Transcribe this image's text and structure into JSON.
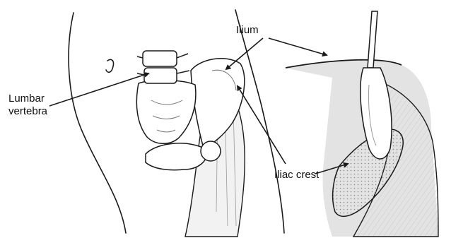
{
  "labels": {
    "ilium": "Ilium",
    "lumbar_line1": "Lumbar",
    "lumbar_line2": "vertebra",
    "iliac_crest": "Iliac crest"
  },
  "colors": {
    "line": "#1a1a1a",
    "muscle_fill": "#f2f2f2",
    "bone_fill": "#ffffff",
    "exposed_bone": "#c9c9c9",
    "shadow": "#e3e3e3"
  }
}
